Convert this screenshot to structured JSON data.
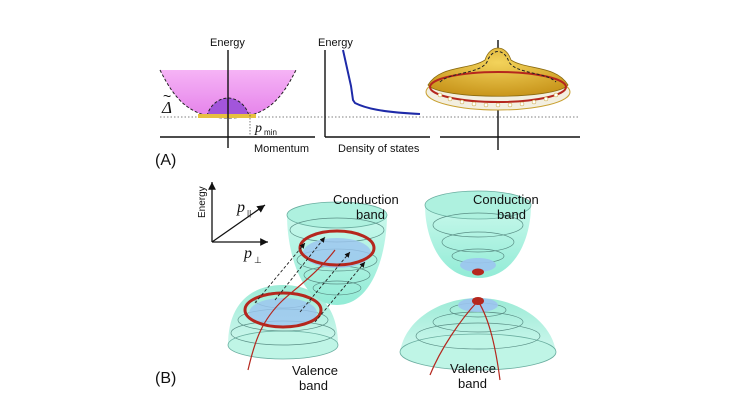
{
  "panel_a": {
    "label": "(A)",
    "energy_axis_1": "Energy",
    "energy_axis_2": "Energy",
    "gap_symbol": "Δ",
    "gap_tilde": "~",
    "p_min_main": "p",
    "p_min_sub": "min",
    "momentum_axis": "Momentum",
    "dos_axis": "Density of states"
  },
  "panel_b": {
    "label": "(B)",
    "energy_axis": "Energy",
    "p_parallel_main": "p",
    "p_parallel_sub": "||",
    "p_perp_main": "p",
    "p_perp_sub": "⊥",
    "conduction_left_1": "Conduction",
    "conduction_left_2": "band",
    "valence_left_1": "Valence",
    "valence_left_2": "band",
    "conduction_right_1": "Conduction",
    "conduction_right_2": "band",
    "valence_right_1": "Valence",
    "valence_right_2": "band"
  },
  "colors": {
    "magenta_band": "#ee88ee",
    "purple_pocket": "#9a4fd8",
    "gold_sombrero": "#e2b830",
    "cyan_band": "#8ff0d6",
    "blue_inner": "#9cc4f0",
    "red_ring": "#b5271e",
    "dos_curve": "#1e2aa8"
  }
}
